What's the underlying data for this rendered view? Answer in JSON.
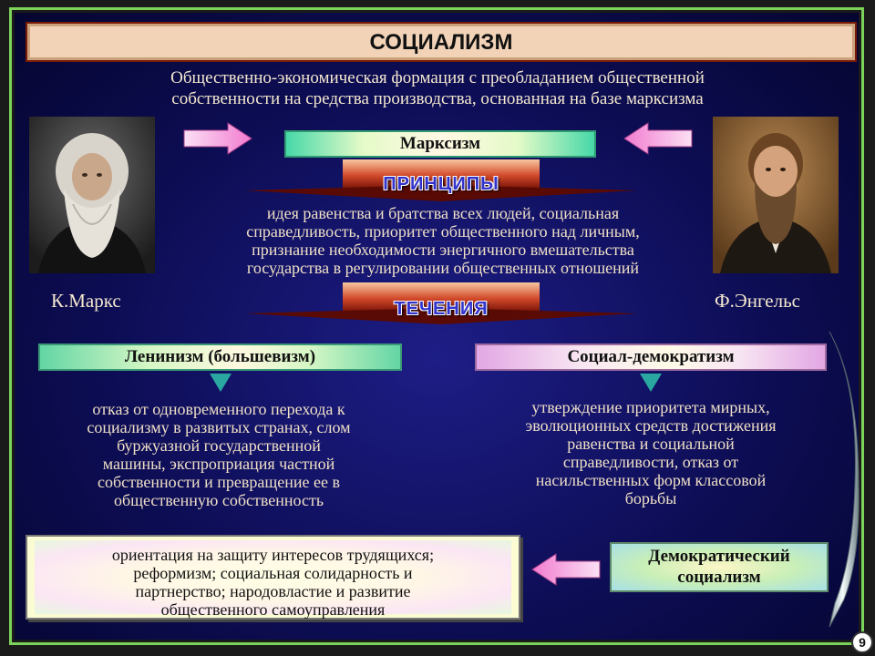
{
  "slide": {
    "title": "СОЦИАЛИЗМ",
    "definition_lines": [
      "Общественно-экономическая формация с преобладанием общественной",
      "собственности на средства производства, основанная на базе марксизма"
    ]
  },
  "portraits": {
    "left_caption": "К.Маркс",
    "right_caption": "Ф.Энгельс"
  },
  "marxism": {
    "label": "Марксизм",
    "principles_label": "ПРИНЦИПЫ",
    "principles_lines": [
      "идея равенства и братства всех людей, социальная",
      "справедливость, приоритет общественного над личным,",
      "признание необходимости энергичного вмешательства",
      "государства в регулировании общественных отношений"
    ],
    "currents_label": "ТЕЧЕНИЯ"
  },
  "leninism": {
    "label": "Ленинизм (большевизм)",
    "desc_lines": [
      "отказ от одновременного перехода к",
      "социализму в развитых странах, слом",
      "буржуазной государственной",
      "машины, экспроприация частной",
      "собственности и превращение ее в",
      "общественную собственность"
    ]
  },
  "social_democracy": {
    "label": "Социал-демократизм",
    "desc_lines": [
      "утверждение приоритета мирных,",
      "эволюционных средств достижения",
      "равенства и социальной",
      "справедливости, отказ от",
      "насильственных форм классовой",
      "борьбы"
    ]
  },
  "democratic_socialism": {
    "label_lines": [
      "Демократический",
      "социализм"
    ],
    "orientation_lines": [
      "ориентация на защиту интересов трудящихся;",
      "реформизм; социальная солидарность и",
      "партнерство; народовластие и развитие",
      "общественного самоуправления"
    ]
  },
  "page_number": "9",
  "colors": {
    "background": "#0d0d55",
    "title_bar": "#f2d3b8",
    "arrow_pink": "#f49ad8",
    "ribbon_red": "#c0392b",
    "border_green": "#7cd35a"
  },
  "icons": [
    "marx-portrait",
    "engels-portrait",
    "arrow-right-icon",
    "arrow-left-icon",
    "curved-arrow-icon",
    "triangle-down-icon"
  ]
}
